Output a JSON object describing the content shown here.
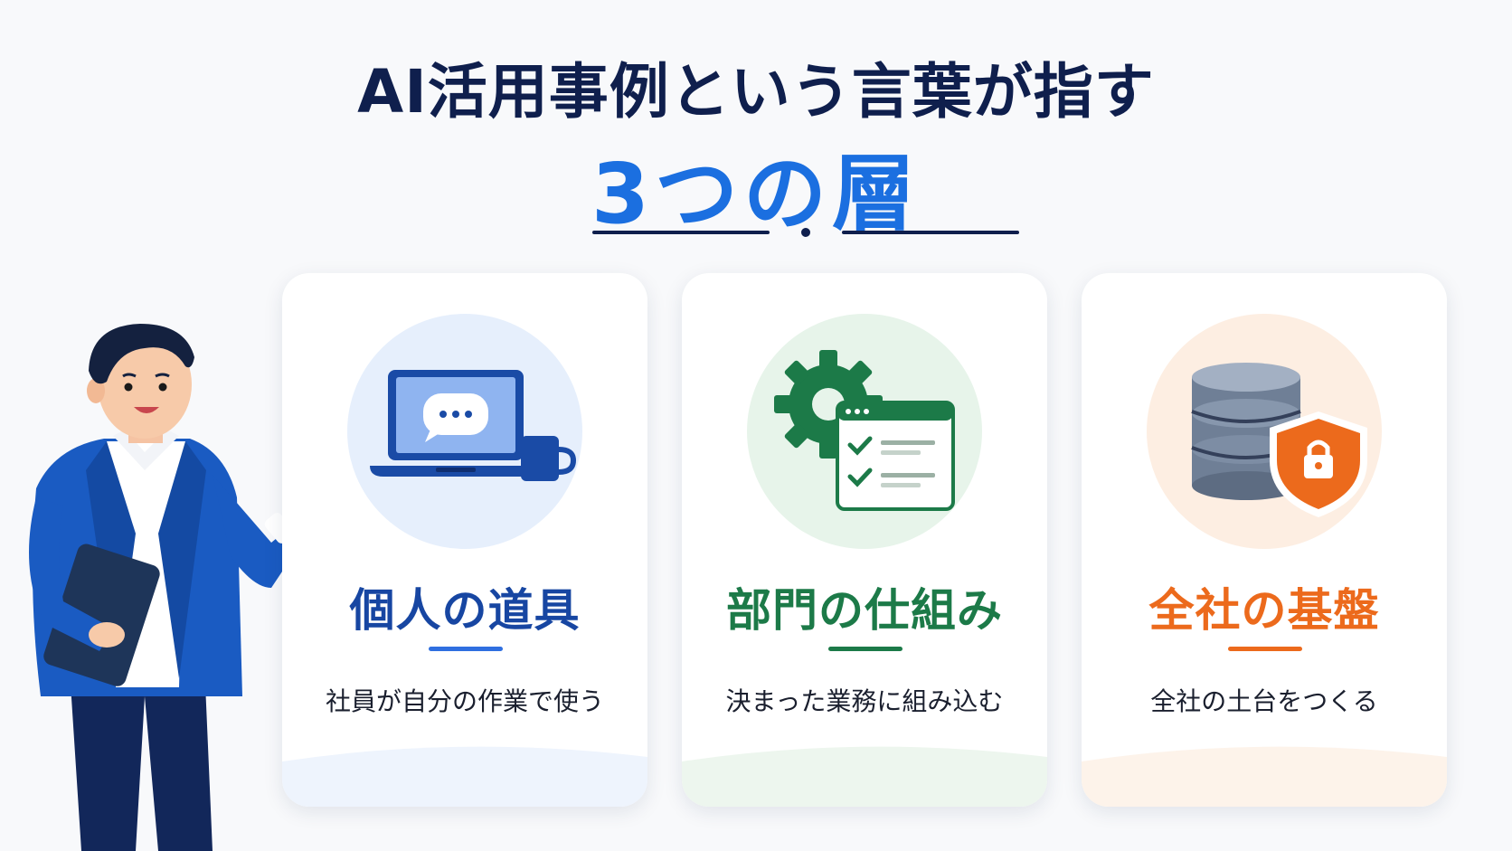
{
  "header": {
    "title_line1": "AI活用事例という言葉が指す",
    "title_line2": "3つの層"
  },
  "cards": [
    {
      "title": "個人の道具",
      "description": "社員が自分の作業で使う",
      "icon": "laptop-chat-icon",
      "accent_color": "#1746a2",
      "bar_color": "#2f6fe0",
      "circle_color": "#e6effc",
      "wave_color": "#eef4fd"
    },
    {
      "title": "部門の仕組み",
      "description": "決まった業務に組み込む",
      "icon": "gear-checklist-icon",
      "accent_color": "#1c7a48",
      "bar_color": "#1c7a48",
      "circle_color": "#e7f4ea",
      "wave_color": "#edf6ee"
    },
    {
      "title": "全社の基盤",
      "description": "全社の土台をつくる",
      "icon": "database-shield-icon",
      "accent_color": "#ec6a1c",
      "bar_color": "#ec6a1c",
      "circle_color": "#fdeee2",
      "wave_color": "#fdf3ea"
    }
  ],
  "colors": {
    "navy": "#0f1f4d",
    "blue": "#1b6fe0"
  }
}
